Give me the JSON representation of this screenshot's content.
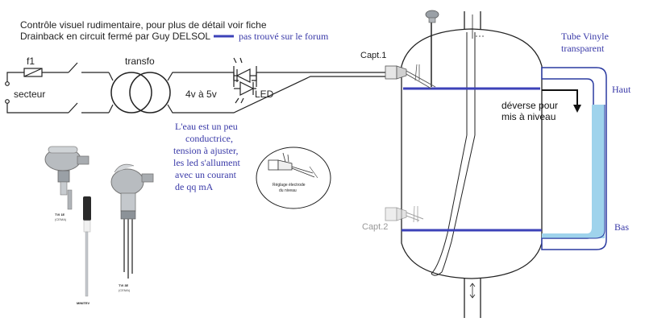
{
  "header": {
    "line1": "Contrôle visuel rudimentaire, pour plus de détail voir fiche",
    "line2": "Drainback en circuit fermé par Guy DELSOL",
    "line2_note": "pas trouvé sur le forum"
  },
  "circuit": {
    "fuse_label": "f1",
    "mains_label": "secteur",
    "transformer_label": "transfo",
    "voltage_label": "4v à 5v",
    "led_label": "LED"
  },
  "note": {
    "lines": [
      "L'eau est un peu",
      "conductrice,",
      "tension à ajuster,",
      "les led s'allument",
      "avec un courant",
      "de qq mA"
    ]
  },
  "detail": {
    "caption_line1": "Réglage électrode",
    "caption_line2": "du niveau"
  },
  "products": {
    "probe1_label": "TVI 1E",
    "probe1_sub": "(CEMA)",
    "probe2_label": "TVI 3E",
    "probe2_sub": "(CEMA)",
    "probe3_label": "MINITEV"
  },
  "tank": {
    "sensor1": "Capt.1",
    "sensor2": "Capt.2",
    "tube_line1": "Tube Vinyle",
    "tube_line2": "transparent",
    "level_high": "Haut",
    "level_low": "Bas",
    "overflow_line1": "déverse pour",
    "overflow_line2": "mis à niveau"
  },
  "colors": {
    "line": "#222222",
    "blue_text": "#3a3aa8",
    "level_line": "#3c42b8",
    "tube_fill": "#9fd3ec",
    "tube_edge": "#2a3aa0",
    "sensor2_text": "#999999"
  }
}
